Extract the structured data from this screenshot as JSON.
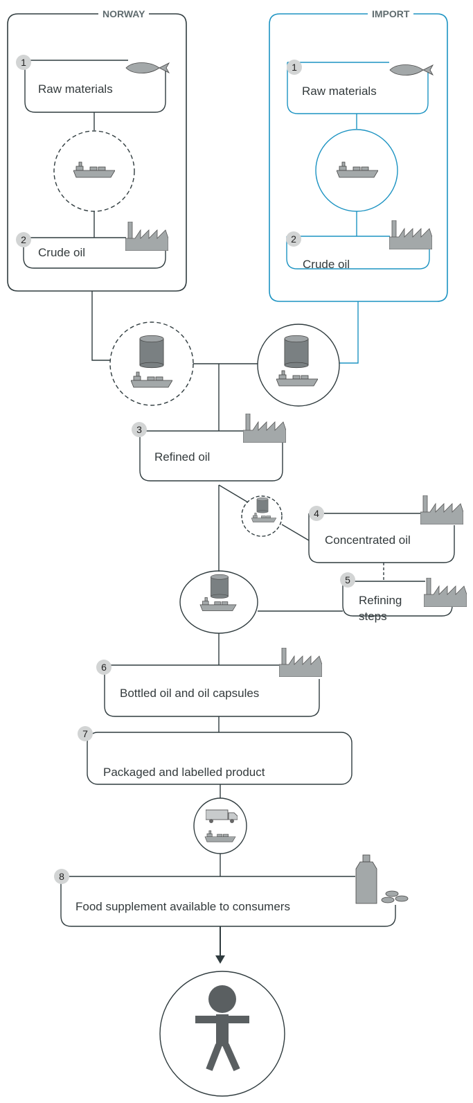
{
  "regions": {
    "norway": "NORWAY",
    "import": "IMPORT"
  },
  "steps": {
    "s1n": {
      "num": "1",
      "label": "Raw materials"
    },
    "s2n": {
      "num": "2",
      "label": "Crude oil"
    },
    "s1i": {
      "num": "1",
      "label": "Raw materials"
    },
    "s2i": {
      "num": "2",
      "label": "Crude oil"
    },
    "s3": {
      "num": "3",
      "label": "Refined oil"
    },
    "s4": {
      "num": "4",
      "label": "Concentrated oil"
    },
    "s5": {
      "num": "5",
      "label_line1": "Refining",
      "label_line2": "steps"
    },
    "s6": {
      "num": "6",
      "label": "Bottled oil and oil capsules"
    },
    "s7": {
      "num": "7",
      "label": "Packaged and labelled product"
    },
    "s8": {
      "num": "8",
      "label": "Food supplement available to consumers"
    }
  },
  "colors": {
    "norway": "#2f3b3e",
    "import": "#1c93c2",
    "icon": "#a3a8a9",
    "badge": "#d2d4d4"
  },
  "icons": [
    "fish-icon",
    "ship-icon",
    "factory-icon",
    "tank-icon",
    "truck-icon",
    "bottle-icon",
    "capsule-icon",
    "person-icon"
  ]
}
